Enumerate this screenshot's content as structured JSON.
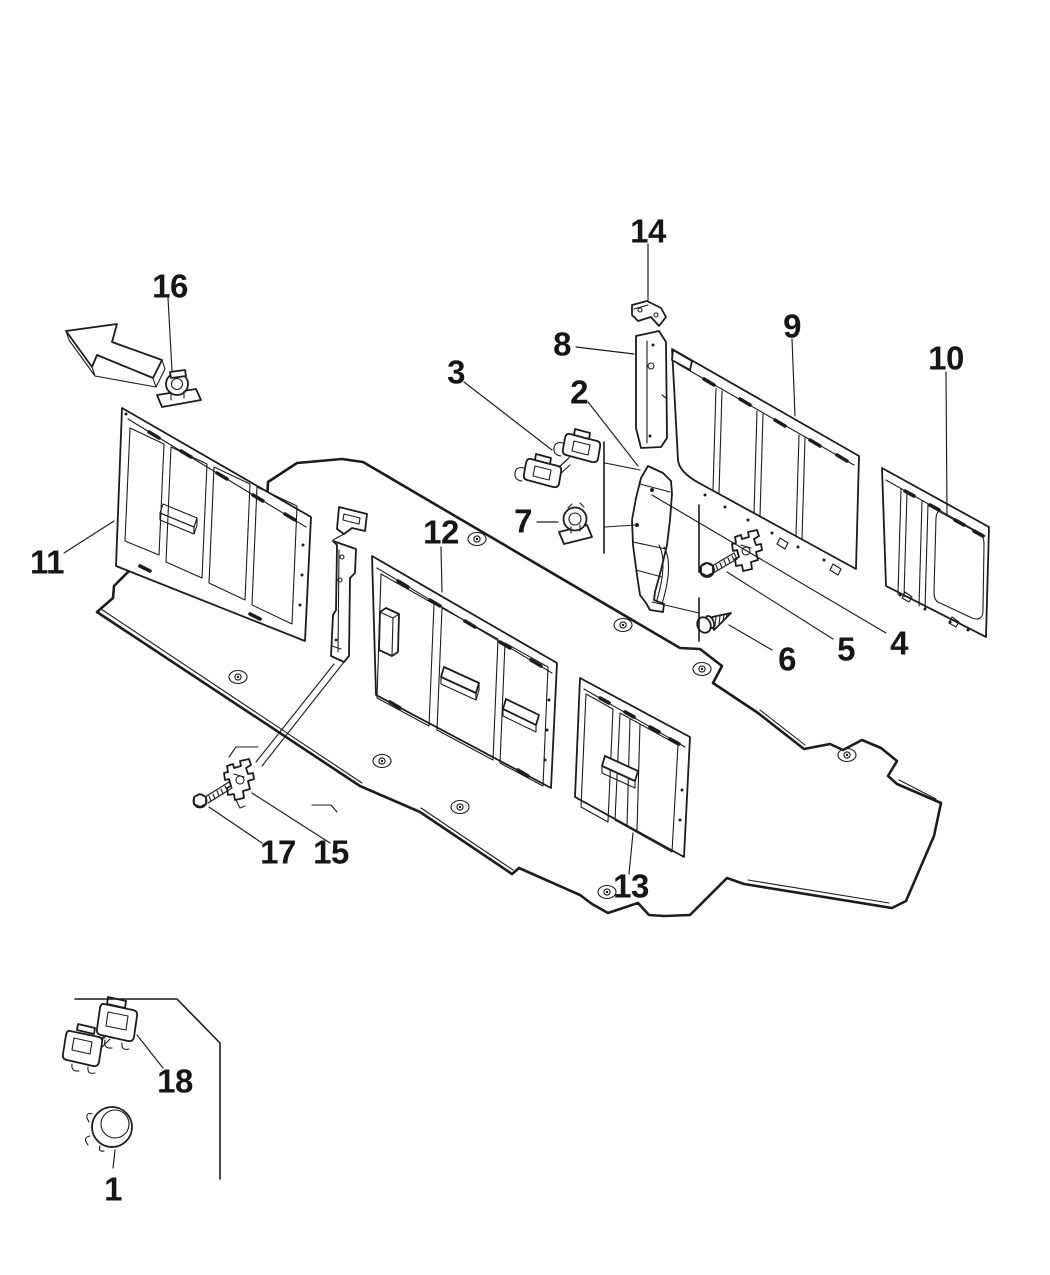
{
  "figure": {
    "type": "exploded-parts-diagram",
    "description": "Cargo van interior trim panels, floor covering and fasteners with numbered callouts",
    "background": "#ffffff",
    "line_color": "#1c1c1c",
    "direction_arrow": "front-of-vehicle-arrow"
  },
  "callouts": {
    "c1": "1",
    "c2": "2",
    "c3": "3",
    "c4": "4",
    "c5": "5",
    "c6": "6",
    "c7": "7",
    "c8": "8",
    "c9": "9",
    "c10": "10",
    "c11": "11",
    "c12": "12",
    "c13": "13",
    "c14": "14",
    "c15": "15",
    "c16": "16",
    "c17": "17",
    "c18": "18"
  }
}
